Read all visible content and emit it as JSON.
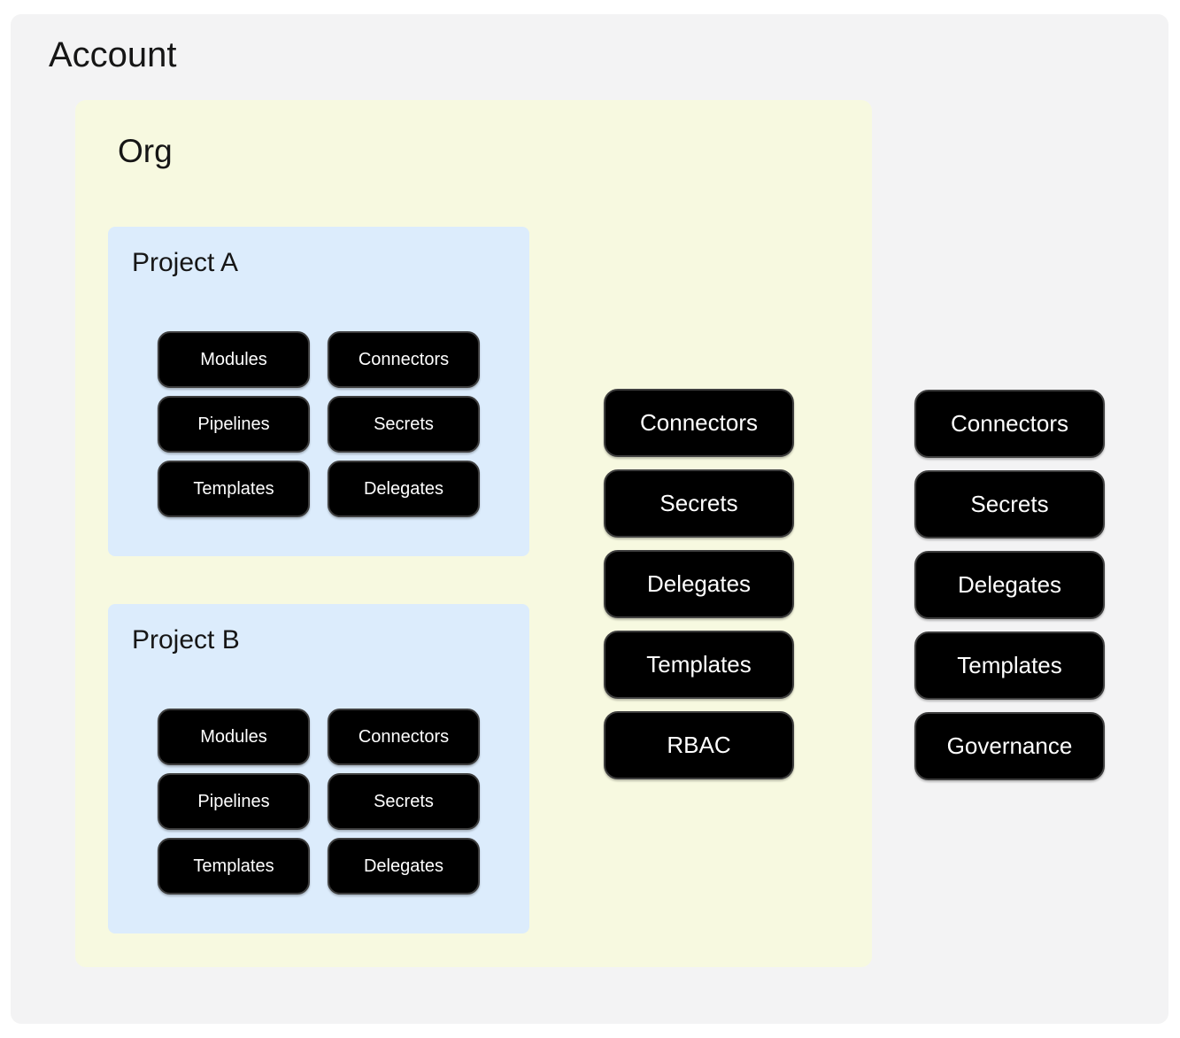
{
  "account": {
    "title": "Account",
    "buttons": [
      "Connectors",
      "Secrets",
      "Delegates",
      "Templates",
      "Governance"
    ],
    "org": {
      "title": "Org",
      "buttons": [
        "Connectors",
        "Secrets",
        "Delegates",
        "Templates",
        "RBAC"
      ],
      "projects": [
        {
          "title": "Project A",
          "buttons": [
            "Modules",
            "Connectors",
            "Pipelines",
            "Secrets",
            "Templates",
            "Delegates"
          ]
        },
        {
          "title": "Project B",
          "buttons": [
            "Modules",
            "Connectors",
            "Pipelines",
            "Secrets",
            "Templates",
            "Delegates"
          ]
        }
      ]
    }
  },
  "colors": {
    "account_bg": "#f3f3f4",
    "org_bg": "#f7f9e0",
    "project_bg": "#dcecfc",
    "node_bg": "#000000",
    "node_border": "#3e3e3e",
    "node_text": "#ffffff",
    "title_text": "#161616"
  }
}
